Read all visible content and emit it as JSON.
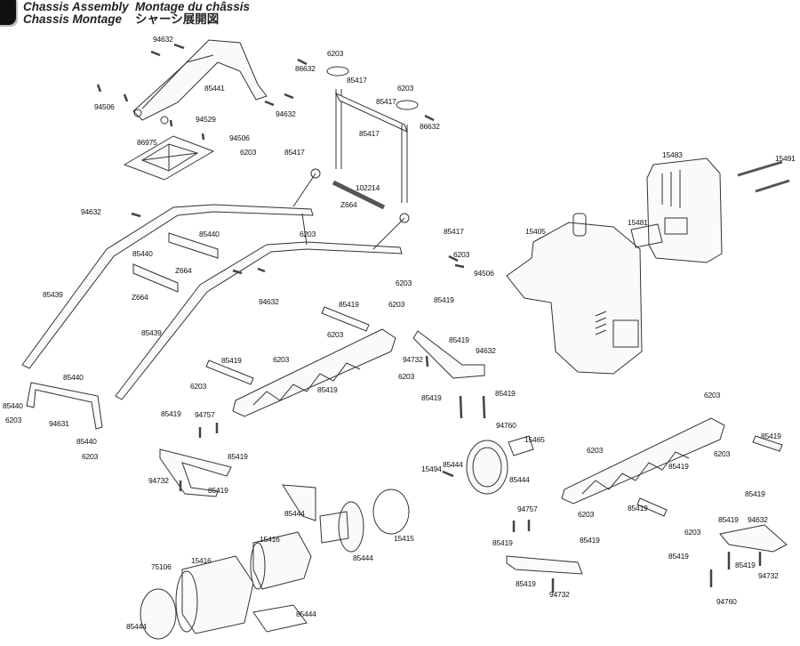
{
  "header": {
    "step_icon": "step-number-badge",
    "title_en": "Chassis Assembly",
    "title_fr": "Montage du châssis",
    "title_de": "Chassis Montage",
    "title_jp": "シャーシ展開図"
  },
  "labels": [
    {
      "id": "l1",
      "text": "94632"
    },
    {
      "id": "l2",
      "text": "85441"
    },
    {
      "id": "l3",
      "text": "94506"
    },
    {
      "id": "l4",
      "text": "94632"
    },
    {
      "id": "l5",
      "text": "94529"
    },
    {
      "id": "l6",
      "text": "86975"
    },
    {
      "id": "l7",
      "text": "94506"
    },
    {
      "id": "l8",
      "text": "6203"
    },
    {
      "id": "l9",
      "text": "85417"
    },
    {
      "id": "l10",
      "text": "6203"
    },
    {
      "id": "l11",
      "text": "86632"
    },
    {
      "id": "l12",
      "text": "85417"
    },
    {
      "id": "l13",
      "text": "6203"
    },
    {
      "id": "l14",
      "text": "85417"
    },
    {
      "id": "l15",
      "text": "86632"
    },
    {
      "id": "l16",
      "text": "85417"
    },
    {
      "id": "l17",
      "text": "102214"
    },
    {
      "id": "l18",
      "text": "Z664"
    },
    {
      "id": "l19",
      "text": "6203"
    },
    {
      "id": "l20",
      "text": "85417"
    },
    {
      "id": "l21",
      "text": "6203"
    },
    {
      "id": "l22",
      "text": "94506"
    },
    {
      "id": "l23",
      "text": "6203"
    },
    {
      "id": "l24",
      "text": "94632"
    },
    {
      "id": "l25",
      "text": "85440"
    },
    {
      "id": "l26",
      "text": "85440"
    },
    {
      "id": "l27",
      "text": "Z664"
    },
    {
      "id": "l28",
      "text": "Z664"
    },
    {
      "id": "l29",
      "text": "85439"
    },
    {
      "id": "l30",
      "text": "94632"
    },
    {
      "id": "l31",
      "text": "85439"
    },
    {
      "id": "l32",
      "text": "15483"
    },
    {
      "id": "l33",
      "text": "15491"
    },
    {
      "id": "l34",
      "text": "15481"
    },
    {
      "id": "l35",
      "text": "15405"
    },
    {
      "id": "l36",
      "text": "85419"
    },
    {
      "id": "l37",
      "text": "6203"
    },
    {
      "id": "l38",
      "text": "6203"
    },
    {
      "id": "l39",
      "text": "85419"
    },
    {
      "id": "l40",
      "text": "6203"
    },
    {
      "id": "l41",
      "text": "6203"
    },
    {
      "id": "l42",
      "text": "85419"
    },
    {
      "id": "l43",
      "text": "85419"
    },
    {
      "id": "l44",
      "text": "85419"
    },
    {
      "id": "l45",
      "text": "94732"
    },
    {
      "id": "l46",
      "text": "94632"
    },
    {
      "id": "l47",
      "text": "6203"
    },
    {
      "id": "l48",
      "text": "85419"
    },
    {
      "id": "l49",
      "text": "85419"
    },
    {
      "id": "l50",
      "text": "94760"
    },
    {
      "id": "l51",
      "text": "85440"
    },
    {
      "id": "l52",
      "text": "85440"
    },
    {
      "id": "l53",
      "text": "6203"
    },
    {
      "id": "l54",
      "text": "94631"
    },
    {
      "id": "l55",
      "text": "85440"
    },
    {
      "id": "l56",
      "text": "6203"
    },
    {
      "id": "l57",
      "text": "85419"
    },
    {
      "id": "l58",
      "text": "94757"
    },
    {
      "id": "l59",
      "text": "85419"
    },
    {
      "id": "l60",
      "text": "94732"
    },
    {
      "id": "l61",
      "text": "85419"
    },
    {
      "id": "l62",
      "text": "15465"
    },
    {
      "id": "l63",
      "text": "15494"
    },
    {
      "id": "l64",
      "text": "85444"
    },
    {
      "id": "l65",
      "text": "85444"
    },
    {
      "id": "l66",
      "text": "6203"
    },
    {
      "id": "l67",
      "text": "6203"
    },
    {
      "id": "l68",
      "text": "6203"
    },
    {
      "id": "l69",
      "text": "85419"
    },
    {
      "id": "l70",
      "text": "85419"
    },
    {
      "id": "l71",
      "text": "85419"
    },
    {
      "id": "l72",
      "text": "6203"
    },
    {
      "id": "l73",
      "text": "85419"
    },
    {
      "id": "l74",
      "text": "85419"
    },
    {
      "id": "l75",
      "text": "94632"
    },
    {
      "id": "l76",
      "text": "85444"
    },
    {
      "id": "l77",
      "text": "15416"
    },
    {
      "id": "l78",
      "text": "15415"
    },
    {
      "id": "l79",
      "text": "85444"
    },
    {
      "id": "l80",
      "text": "75106"
    },
    {
      "id": "l81",
      "text": "15416"
    },
    {
      "id": "l82",
      "text": "85444"
    },
    {
      "id": "l83",
      "text": "85444"
    },
    {
      "id": "l84",
      "text": "94757"
    },
    {
      "id": "l85",
      "text": "85419"
    },
    {
      "id": "l86",
      "text": "85419"
    },
    {
      "id": "l87",
      "text": "85419"
    },
    {
      "id": "l88",
      "text": "94732"
    },
    {
      "id": "l89",
      "text": "6203"
    },
    {
      "id": "l90",
      "text": "85419"
    },
    {
      "id": "l91",
      "text": "85419"
    },
    {
      "id": "l92",
      "text": "94732"
    },
    {
      "id": "l93",
      "text": "94760"
    }
  ]
}
